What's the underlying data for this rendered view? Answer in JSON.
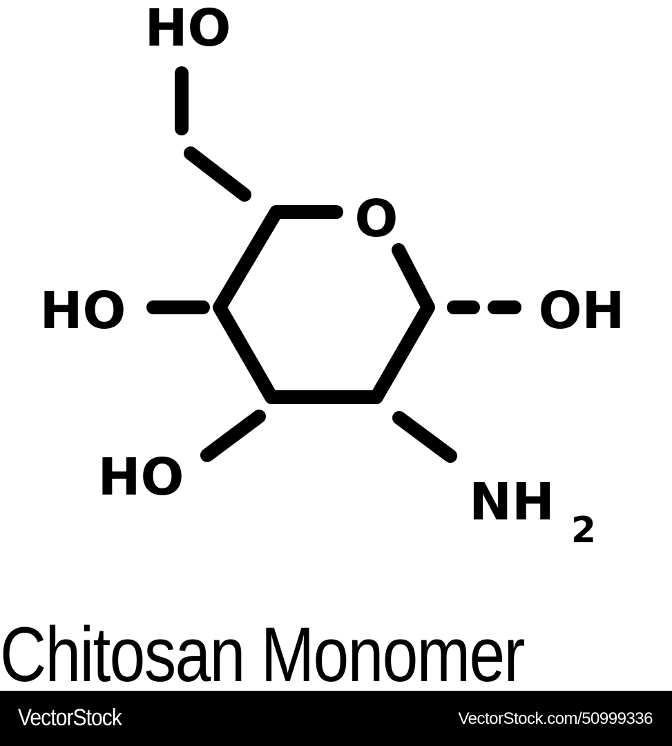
{
  "diagram": {
    "molecule_name": "Chitosan Monomer",
    "ring_atom": "O",
    "substituents": {
      "top": "HO",
      "left": "HO",
      "bottom_left": "HO",
      "right": "OH",
      "bottom_right": {
        "main": "NH",
        "subscript": "2"
      }
    },
    "bonds": {
      "right_bond_style": "dashed"
    },
    "colors": {
      "stroke": "#000000",
      "background": "#ffffff"
    }
  },
  "title": "Chitosan Monomer",
  "footer": {
    "brand": "VectorStock",
    "stock_id": "VectorStock.com/50999336",
    "background": "#000000",
    "text_color": "#ffffff"
  }
}
